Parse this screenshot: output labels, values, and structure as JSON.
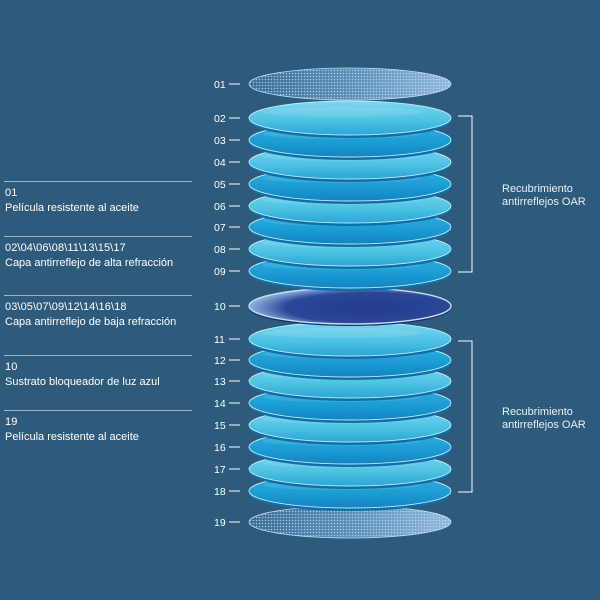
{
  "layers": [
    {
      "num": "01",
      "kind": "film"
    },
    {
      "num": "02",
      "kind": "light"
    },
    {
      "num": "03",
      "kind": "dark"
    },
    {
      "num": "04",
      "kind": "light"
    },
    {
      "num": "05",
      "kind": "dark"
    },
    {
      "num": "06",
      "kind": "light"
    },
    {
      "num": "07",
      "kind": "dark"
    },
    {
      "num": "08",
      "kind": "light"
    },
    {
      "num": "09",
      "kind": "dark"
    },
    {
      "num": "10",
      "kind": "blue"
    },
    {
      "num": "11",
      "kind": "light"
    },
    {
      "num": "12",
      "kind": "dark"
    },
    {
      "num": "13",
      "kind": "light"
    },
    {
      "num": "14",
      "kind": "dark"
    },
    {
      "num": "15",
      "kind": "light"
    },
    {
      "num": "16",
      "kind": "dark"
    },
    {
      "num": "17",
      "kind": "light"
    },
    {
      "num": "18",
      "kind": "dark"
    },
    {
      "num": "19",
      "kind": "film"
    }
  ],
  "legend": [
    {
      "code": "01",
      "desc": "Película resistente al aceite"
    },
    {
      "code": "02\\04\\06\\08\\11\\13\\15\\17",
      "desc": "Capa antirreflejo de alta refracción"
    },
    {
      "code": "03\\05\\07\\09\\12\\14\\16\\18",
      "desc": "Capa antirreflejo de baja refracción"
    },
    {
      "code": "10",
      "desc": "Sustrato bloqueador de luz azul"
    },
    {
      "code": "19",
      "desc": "Película resistente al aceite"
    }
  ],
  "brackets": [
    {
      "line1": "Recubrimiento",
      "line2": "antirreflejos OAR"
    },
    {
      "line1": "Recubrimiento",
      "line2": "antirreflejos OAR"
    }
  ],
  "colors": {
    "background": "#2e5a7b",
    "light_layer": "#4fc3e4",
    "dark_layer": "#1a9bd2",
    "substrate": "#1f3f86"
  }
}
